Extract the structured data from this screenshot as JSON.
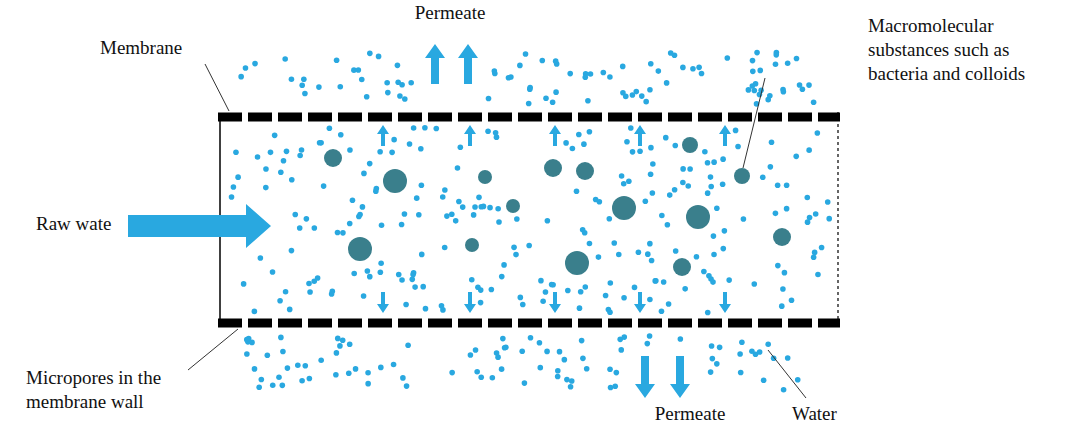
{
  "diagram": {
    "labels": [
      "Permeate",
      "Macromolecular substances such as bacteria and colloids",
      "Membrane",
      "Raw wate",
      "Micropores in the membrane wall",
      "Permeate",
      "Water"
    ]
  }
}
